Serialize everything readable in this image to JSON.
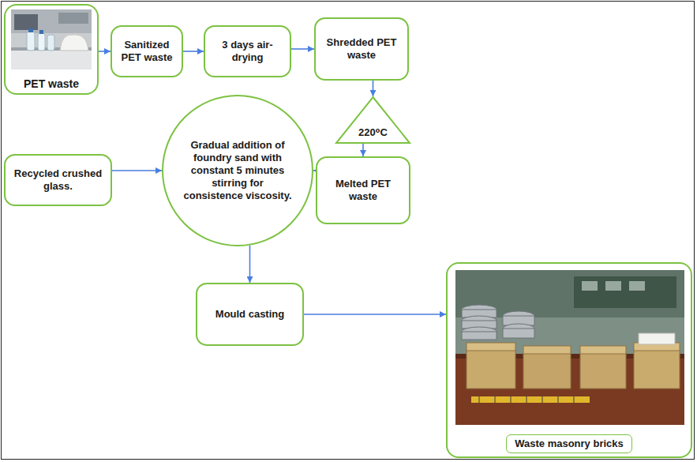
{
  "diagram": {
    "nodes": [
      {
        "text": [
          "PET waste"
        ]
      },
      {
        "text": [
          "Sanitized PET waste"
        ]
      },
      {
        "text": [
          "3 days air-drying"
        ]
      },
      {
        "text": [
          "Shredded PET waste"
        ]
      },
      {
        "text": [
          "220⁰C"
        ]
      },
      {
        "text": [
          "Melted PET waste"
        ]
      },
      {
        "text": [
          "Recycled crushed glass."
        ]
      },
      {
        "text": [
          "Gradual addition of foundry sand with constant 5 minutes stirring for consistence viscosity."
        ]
      },
      {
        "text": [
          "Mould casting"
        ]
      },
      {
        "text": [
          "Waste masonry bricks"
        ]
      }
    ],
    "edges": [
      {
        "from": 0,
        "to": 1,
        "arrow": "to"
      },
      {
        "from": 1,
        "to": 2,
        "arrow": "to"
      },
      {
        "from": 2,
        "to": 3,
        "arrow": "to"
      },
      {
        "from": 3,
        "to": 4,
        "arrow": "to"
      },
      {
        "from": 4,
        "to": 5,
        "arrow": "to"
      },
      {
        "from": 5,
        "to": 7,
        "arrow": "to"
      },
      {
        "from": 6,
        "to": 7,
        "arrow": "to"
      },
      {
        "from": 7,
        "to": 8,
        "arrow": "to"
      },
      {
        "from": 8,
        "to": 9,
        "arrow": "to"
      }
    ]
  }
}
